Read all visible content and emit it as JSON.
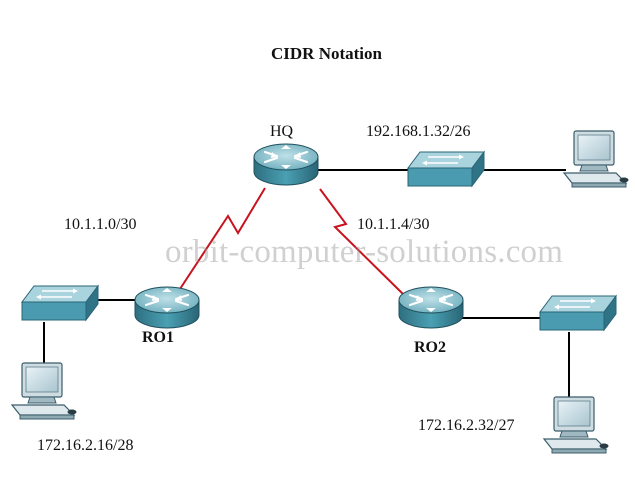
{
  "title": "CIDR Notation",
  "watermark": "orbit-computer-solutions.com",
  "routers": {
    "hq": {
      "label": "HQ"
    },
    "ro1": {
      "label": "RO1"
    },
    "ro2": {
      "label": "RO2"
    }
  },
  "networks": {
    "hq_lan": "192.168.1.32/26",
    "wan_hq_ro1": "10.1.1.0/30",
    "wan_hq_ro2": "10.1.1.4/30",
    "ro1_lan": "172.16.2.16/28",
    "ro2_lan": "172.16.2.32/27"
  },
  "colors": {
    "serial_link": "#c8141e",
    "ethernet_link": "#000000",
    "device_body": "#3d8a9c",
    "device_top": "#9cc9d3"
  },
  "icons": [
    "router-icon",
    "switch-icon",
    "pc-icon"
  ]
}
